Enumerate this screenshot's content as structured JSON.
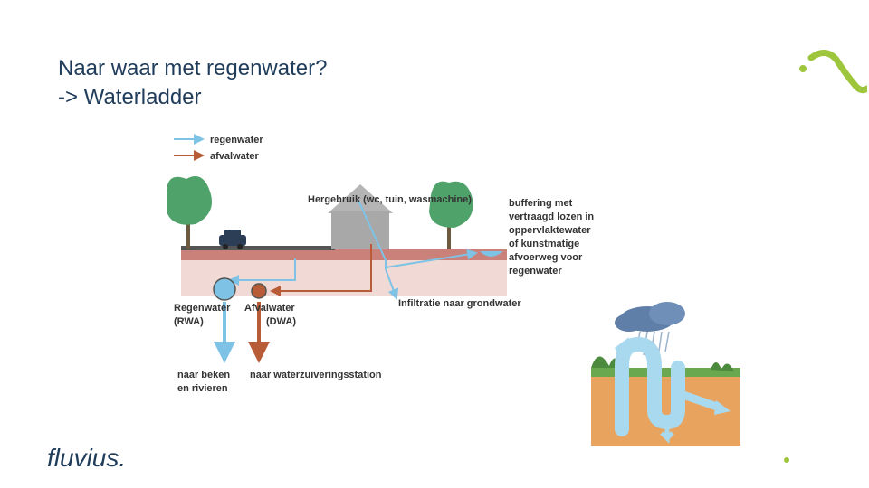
{
  "slide": {
    "title_line1": "Naar waar met regenwater?",
    "title_line2": "-> Waterladder"
  },
  "brand": {
    "name": "fluvius.",
    "accent_color": "#9dc63c",
    "title_color": "#1f3c5a"
  },
  "diagram": {
    "legend": {
      "rain": "regenwater",
      "waste": "afvalwater"
    },
    "house_label": "Hergebruik (wc, tuin, wasmachine)",
    "buffer_label": [
      "buffering met",
      "vertraagd lozen in",
      "oppervlaktewater",
      "of kunstmatige",
      "afvoerweg voor",
      "regenwater"
    ],
    "rwa_label": [
      "Regenwater",
      "(RWA)"
    ],
    "dwa_label": [
      "Afvalwater",
      "(DWA)"
    ],
    "infiltration_label": "Infiltratie naar grondwater",
    "river_label": [
      "naar beken",
      "en rivieren"
    ],
    "treatment_label": "naar waterzuiveringsstation",
    "colors": {
      "rain": "#7ec3e6",
      "waste": "#b85c38",
      "ground": "#c9817a",
      "tree": "#4fa36a"
    }
  }
}
